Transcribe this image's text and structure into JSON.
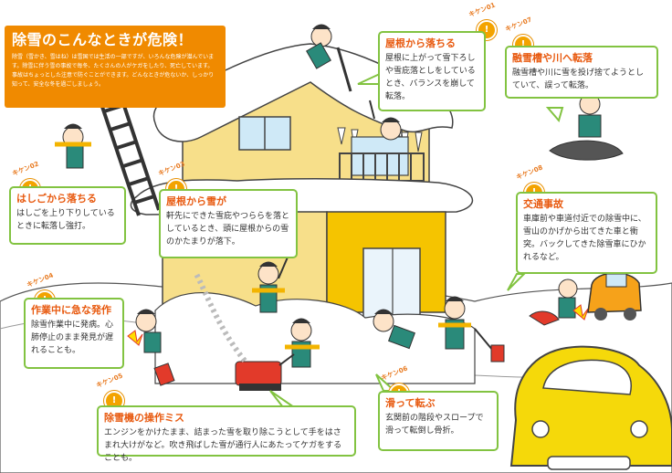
{
  "header": {
    "title": "除雪のこんなときが危険！",
    "intro": "除雪（雪かき、雪はね）は雪国では生活の一部ですが、いろんな危険が潜んでいます。除雪に伴う雪の事故で毎冬、たくさんの人がケガをしたり、死亡しています。事故はちょっとした注意で防ぐことができます。どんなときが危ないか、しっかり知って、安全な冬を過ごしましょう。"
  },
  "tag_marker": "!",
  "cards": {
    "roof_fall": {
      "tag": "キケン01",
      "title": "屋根から落ちる",
      "body": "屋根に上がって雪下ろしや雪庇落としをしているとき、バランスを崩して転落。"
    },
    "channel_fall": {
      "tag": "キケン07",
      "title": "融雪槽や川へ転落",
      "body": "融雪槽や川に雪を投げ捨てようとしていて、誤って転落。"
    },
    "ladder_fall": {
      "tag": "キケン02",
      "title": "はしごから落ちる",
      "body": "はしごを上り下りしているときに転落し強打。"
    },
    "roof_snow": {
      "tag": "キケン03",
      "title": "屋根から雪が",
      "body": "軒先にできた雪庇やつららを落としているとき、頭に屋根からの雪のかたまりが落下。"
    },
    "traffic": {
      "tag": "キケン08",
      "title": "交通事故",
      "body": "車庫前や車道付近での除雪中に、雪山のかげから出てきた車と衝突。バックしてきた除雪車にひかれるなど。"
    },
    "attack": {
      "tag": "キケン04",
      "title": "作業中に急な発作",
      "body": "除雪作業中に発病。心肺停止のまま発見が遅れることも。"
    },
    "blower": {
      "tag": "キケン05",
      "title": "除雪機の操作ミス",
      "body": "エンジンをかけたまま、詰まった雪を取り除こうとして手をはさまれ大けがなど。吹き飛ばした雪が通行人にあたってケガをすることも。"
    },
    "slip": {
      "tag": "キケン06",
      "title": "滑って転ぶ",
      "body": "玄関前の階段やスロープで滑って転倒し骨折。"
    }
  },
  "colors": {
    "accent": "#f08a00",
    "card_border": "#82c341",
    "card_title": "#e85a10",
    "house_wall": "#f7df8a",
    "house_yellow": "#f5c400",
    "car": "#f5d90a",
    "snow": "#ffffff",
    "outline": "#444444"
  }
}
